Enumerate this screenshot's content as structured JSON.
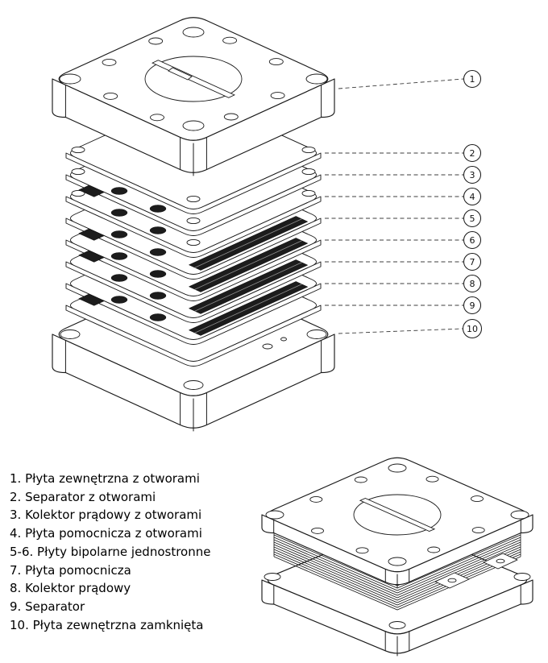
{
  "callouts": [
    "1",
    "2",
    "3",
    "4",
    "5",
    "6",
    "7",
    "8",
    "9",
    "10"
  ],
  "legend": {
    "items": [
      "1. Płyta zewnętrzna z otworami",
      "2. Separator z otworami",
      "3. Kolektor prądowy z otworami",
      "4. Płyta pomocnicza z otworami",
      "5-6. Płyty bipolarne jednostronne",
      "7. Płyta pomocnicza",
      "8. Kolektor prądowy",
      "9. Separator",
      "10. Płyta zewnętrzna zamknięta"
    ]
  },
  "colors": {
    "line": "#1a1a1a",
    "dark_fill": "#1c1c1c",
    "background": "#ffffff"
  }
}
